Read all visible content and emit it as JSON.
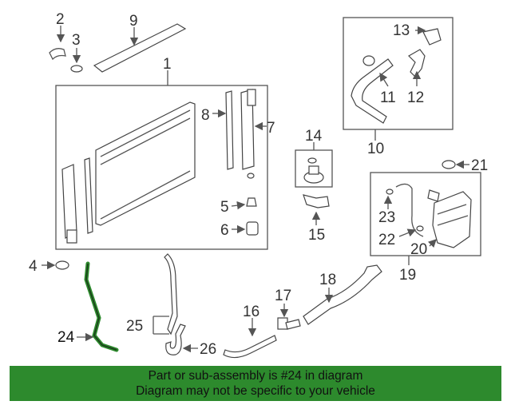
{
  "labels": {
    "p1": "1",
    "p2": "2",
    "p3": "3",
    "p4": "4",
    "p5": "5",
    "p6": "6",
    "p7": "7",
    "p8": "8",
    "p9": "9",
    "p10": "10",
    "p11": "11",
    "p12": "12",
    "p13": "13",
    "p14": "14",
    "p15": "15",
    "p16": "16",
    "p17": "17",
    "p18": "18",
    "p19": "19",
    "p20": "20",
    "p21": "21",
    "p22": "22",
    "p23": "23",
    "p24": "24",
    "p25": "25",
    "p26": "26"
  },
  "highlight_color": "#2d8a2d",
  "banner": {
    "line1": "Part or sub-assembly is #24 in diagram",
    "line2": "Diagram may not be specific to your vehicle"
  }
}
